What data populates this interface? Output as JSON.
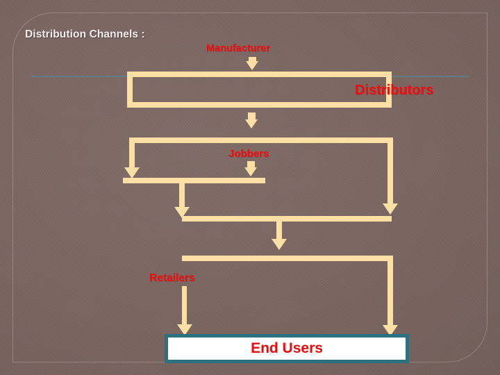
{
  "slide": {
    "title": "Distribution Channels :",
    "title_color": "#f4ece8",
    "background_color": "#7a6560",
    "accent_cream": "#fbdfa4",
    "label_red": "#ef0e0e",
    "rule_color": "#5f7f8a",
    "endusers_border_color": "#2b7180",
    "endusers_fill_color": "#ffffff"
  },
  "diagram": {
    "type": "flowchart",
    "nodes": [
      {
        "id": "manufacturer",
        "label": "Manufacturer"
      },
      {
        "id": "distributors",
        "label": "Distributors"
      },
      {
        "id": "jobbers",
        "label": "Jobbers"
      },
      {
        "id": "retailers",
        "label": "Retailers"
      },
      {
        "id": "endusers",
        "label": "End Users"
      }
    ],
    "flow_order": [
      "Manufacturer",
      "Distributors",
      "Jobbers",
      "Retailers",
      "End Users"
    ]
  }
}
